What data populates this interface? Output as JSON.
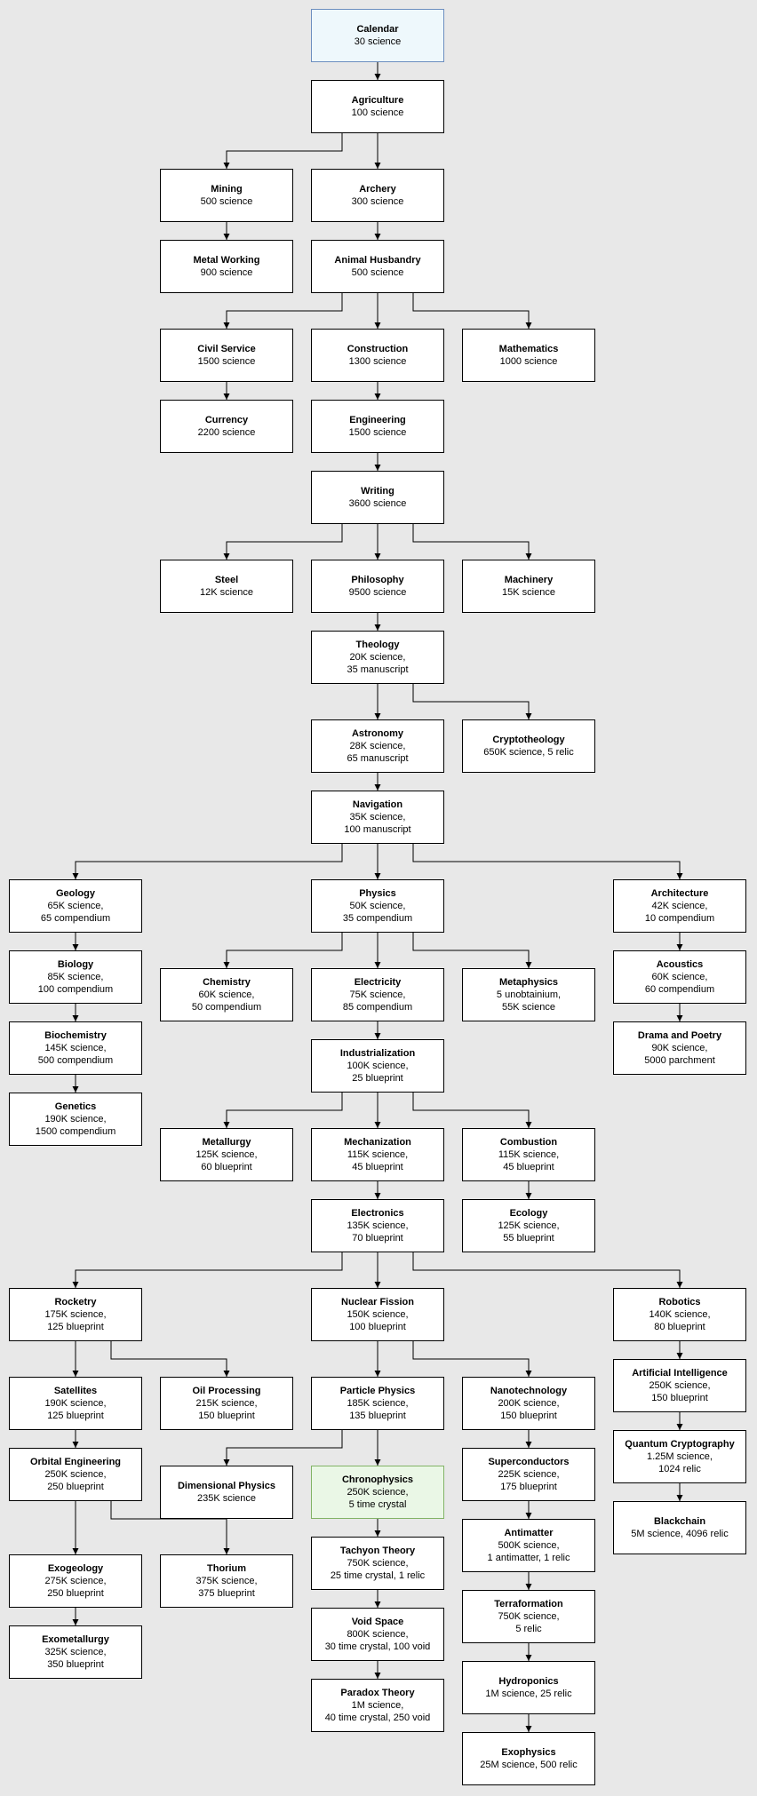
{
  "colors": {
    "background": "#e8e8e8",
    "node_fill": "#ffffff",
    "start_fill": "#eef8fc",
    "highlight_fill": "#eaf7e6",
    "line": "#000000"
  },
  "nodes": [
    {
      "id": "calendar",
      "name": "Calendar",
      "cost": "30 science",
      "style": "start"
    },
    {
      "id": "agriculture",
      "name": "Agriculture",
      "cost": "100 science"
    },
    {
      "id": "mining",
      "name": "Mining",
      "cost": "500 science"
    },
    {
      "id": "archery",
      "name": "Archery",
      "cost": "300 science"
    },
    {
      "id": "metal-working",
      "name": "Metal Working",
      "cost": "900 science"
    },
    {
      "id": "animal-husbandry",
      "name": "Animal Husbandry",
      "cost": "500 science"
    },
    {
      "id": "civil-service",
      "name": "Civil Service",
      "cost": "1500 science"
    },
    {
      "id": "construction",
      "name": "Construction",
      "cost": "1300 science"
    },
    {
      "id": "mathematics",
      "name": "Mathematics",
      "cost": "1000 science"
    },
    {
      "id": "currency",
      "name": "Currency",
      "cost": "2200 science"
    },
    {
      "id": "engineering",
      "name": "Engineering",
      "cost": "1500 science"
    },
    {
      "id": "writing",
      "name": "Writing",
      "cost": "3600 science"
    },
    {
      "id": "steel",
      "name": "Steel",
      "cost": "12K science"
    },
    {
      "id": "philosophy",
      "name": "Philosophy",
      "cost": "9500 science"
    },
    {
      "id": "machinery",
      "name": "Machinery",
      "cost": "15K science"
    },
    {
      "id": "theology",
      "name": "Theology",
      "cost": "20K science,\n35 manuscript"
    },
    {
      "id": "astronomy",
      "name": "Astronomy",
      "cost": "28K science,\n65 manuscript"
    },
    {
      "id": "cryptotheology",
      "name": "Cryptotheology",
      "cost": "650K science, 5 relic"
    },
    {
      "id": "navigation",
      "name": "Navigation",
      "cost": "35K science,\n100 manuscript"
    },
    {
      "id": "geology",
      "name": "Geology",
      "cost": "65K science,\n65 compendium"
    },
    {
      "id": "physics",
      "name": "Physics",
      "cost": "50K science,\n35 compendium"
    },
    {
      "id": "architecture",
      "name": "Architecture",
      "cost": "42K science,\n10 compendium"
    },
    {
      "id": "biology",
      "name": "Biology",
      "cost": "85K science,\n100 compendium"
    },
    {
      "id": "chemistry",
      "name": "Chemistry",
      "cost": "60K science,\n50 compendium"
    },
    {
      "id": "electricity",
      "name": "Electricity",
      "cost": "75K science,\n85 compendium"
    },
    {
      "id": "metaphysics",
      "name": "Metaphysics",
      "cost": "5 unobtainium,\n55K science"
    },
    {
      "id": "acoustics",
      "name": "Acoustics",
      "cost": "60K science,\n60 compendium"
    },
    {
      "id": "biochemistry",
      "name": "Biochemistry",
      "cost": "145K science,\n500 compendium"
    },
    {
      "id": "industrialization",
      "name": "Industrialization",
      "cost": "100K science,\n25 blueprint"
    },
    {
      "id": "drama-and-poetry",
      "name": "Drama and Poetry",
      "cost": "90K science,\n5000 parchment"
    },
    {
      "id": "genetics",
      "name": "Genetics",
      "cost": "190K science,\n1500 compendium"
    },
    {
      "id": "metallurgy",
      "name": "Metallurgy",
      "cost": "125K science,\n60 blueprint"
    },
    {
      "id": "mechanization",
      "name": "Mechanization",
      "cost": "115K science,\n45 blueprint"
    },
    {
      "id": "combustion",
      "name": "Combustion",
      "cost": "115K science,\n45 blueprint"
    },
    {
      "id": "electronics",
      "name": "Electronics",
      "cost": "135K science,\n70 blueprint"
    },
    {
      "id": "ecology",
      "name": "Ecology",
      "cost": "125K science,\n55 blueprint"
    },
    {
      "id": "rocketry",
      "name": "Rocketry",
      "cost": "175K science,\n125 blueprint"
    },
    {
      "id": "nuclear-fission",
      "name": "Nuclear Fission",
      "cost": "150K science,\n100 blueprint"
    },
    {
      "id": "robotics",
      "name": "Robotics",
      "cost": "140K science,\n80 blueprint"
    },
    {
      "id": "satellites",
      "name": "Satellites",
      "cost": "190K science,\n125 blueprint"
    },
    {
      "id": "oil-processing",
      "name": "Oil Processing",
      "cost": "215K science,\n150 blueprint"
    },
    {
      "id": "particle-physics",
      "name": "Particle Physics",
      "cost": "185K science,\n135 blueprint"
    },
    {
      "id": "nanotechnology",
      "name": "Nanotechnology",
      "cost": "200K science,\n150 blueprint"
    },
    {
      "id": "artificial-intelligence",
      "name": "Artificial Intelligence",
      "cost": "250K science,\n150 blueprint"
    },
    {
      "id": "orbital-engineering",
      "name": "Orbital Engineering",
      "cost": "250K science,\n250 blueprint"
    },
    {
      "id": "dimensional-physics",
      "name": "Dimensional Physics",
      "cost": "235K science"
    },
    {
      "id": "chronophysics",
      "name": "Chronophysics",
      "cost": "250K science,\n5 time crystal",
      "style": "highlight"
    },
    {
      "id": "superconductors",
      "name": "Superconductors",
      "cost": "225K science,\n175 blueprint"
    },
    {
      "id": "quantum-cryptography",
      "name": "Quantum Cryptography",
      "cost": "1.25M science,\n1024 relic"
    },
    {
      "id": "antimatter",
      "name": "Antimatter",
      "cost": "500K science,\n1 antimatter, 1 relic"
    },
    {
      "id": "tachyon-theory",
      "name": "Tachyon Theory",
      "cost": "750K science,\n25 time crystal, 1 relic"
    },
    {
      "id": "blackchain",
      "name": "Blackchain",
      "cost": "5M science, 4096 relic"
    },
    {
      "id": "exogeology",
      "name": "Exogeology",
      "cost": "275K science,\n250 blueprint"
    },
    {
      "id": "thorium",
      "name": "Thorium",
      "cost": "375K science,\n375 blueprint"
    },
    {
      "id": "void-space",
      "name": "Void Space",
      "cost": "800K science,\n30 time crystal, 100 void"
    },
    {
      "id": "terraformation",
      "name": "Terraformation",
      "cost": "750K science,\n5 relic"
    },
    {
      "id": "exometallurgy",
      "name": "Exometallurgy",
      "cost": "325K science,\n350 blueprint"
    },
    {
      "id": "paradox-theory",
      "name": "Paradox Theory",
      "cost": "1M science,\n40 time crystal, 250 void"
    },
    {
      "id": "hydroponics",
      "name": "Hydroponics",
      "cost": "1M science, 25 relic"
    },
    {
      "id": "exophysics",
      "name": "Exophysics",
      "cost": "25M science, 500 relic"
    }
  ],
  "edges": [
    [
      "calendar",
      "agriculture"
    ],
    [
      "agriculture",
      "mining"
    ],
    [
      "agriculture",
      "archery"
    ],
    [
      "mining",
      "metal-working"
    ],
    [
      "archery",
      "animal-husbandry"
    ],
    [
      "animal-husbandry",
      "civil-service"
    ],
    [
      "animal-husbandry",
      "construction"
    ],
    [
      "animal-husbandry",
      "mathematics"
    ],
    [
      "civil-service",
      "currency"
    ],
    [
      "construction",
      "engineering"
    ],
    [
      "engineering",
      "writing"
    ],
    [
      "writing",
      "steel"
    ],
    [
      "writing",
      "philosophy"
    ],
    [
      "writing",
      "machinery"
    ],
    [
      "philosophy",
      "theology"
    ],
    [
      "theology",
      "astronomy"
    ],
    [
      "theology",
      "cryptotheology"
    ],
    [
      "astronomy",
      "navigation"
    ],
    [
      "navigation",
      "geology"
    ],
    [
      "navigation",
      "physics"
    ],
    [
      "navigation",
      "architecture"
    ],
    [
      "geology",
      "biology"
    ],
    [
      "biology",
      "biochemistry"
    ],
    [
      "biochemistry",
      "genetics"
    ],
    [
      "physics",
      "chemistry"
    ],
    [
      "physics",
      "electricity"
    ],
    [
      "physics",
      "metaphysics"
    ],
    [
      "architecture",
      "acoustics"
    ],
    [
      "acoustics",
      "drama-and-poetry"
    ],
    [
      "electricity",
      "industrialization"
    ],
    [
      "industrialization",
      "metallurgy"
    ],
    [
      "industrialization",
      "mechanization"
    ],
    [
      "industrialization",
      "combustion"
    ],
    [
      "mechanization",
      "electronics"
    ],
    [
      "combustion",
      "ecology"
    ],
    [
      "electronics",
      "rocketry"
    ],
    [
      "electronics",
      "nuclear-fission"
    ],
    [
      "electronics",
      "robotics"
    ],
    [
      "rocketry",
      "satellites"
    ],
    [
      "rocketry",
      "oil-processing"
    ],
    [
      "nuclear-fission",
      "particle-physics"
    ],
    [
      "nuclear-fission",
      "nanotechnology"
    ],
    [
      "robotics",
      "artificial-intelligence"
    ],
    [
      "artificial-intelligence",
      "quantum-cryptography"
    ],
    [
      "quantum-cryptography",
      "blackchain"
    ],
    [
      "satellites",
      "orbital-engineering"
    ],
    [
      "particle-physics",
      "dimensional-physics"
    ],
    [
      "particle-physics",
      "chronophysics"
    ],
    [
      "nanotechnology",
      "superconductors"
    ],
    [
      "superconductors",
      "antimatter"
    ],
    [
      "antimatter",
      "terraformation"
    ],
    [
      "terraformation",
      "hydroponics"
    ],
    [
      "hydroponics",
      "exophysics"
    ],
    [
      "chronophysics",
      "tachyon-theory"
    ],
    [
      "tachyon-theory",
      "void-space"
    ],
    [
      "void-space",
      "paradox-theory"
    ],
    [
      "orbital-engineering",
      "exogeology"
    ],
    [
      "orbital-engineering",
      "thorium"
    ],
    [
      "exogeology",
      "exometallurgy"
    ]
  ]
}
